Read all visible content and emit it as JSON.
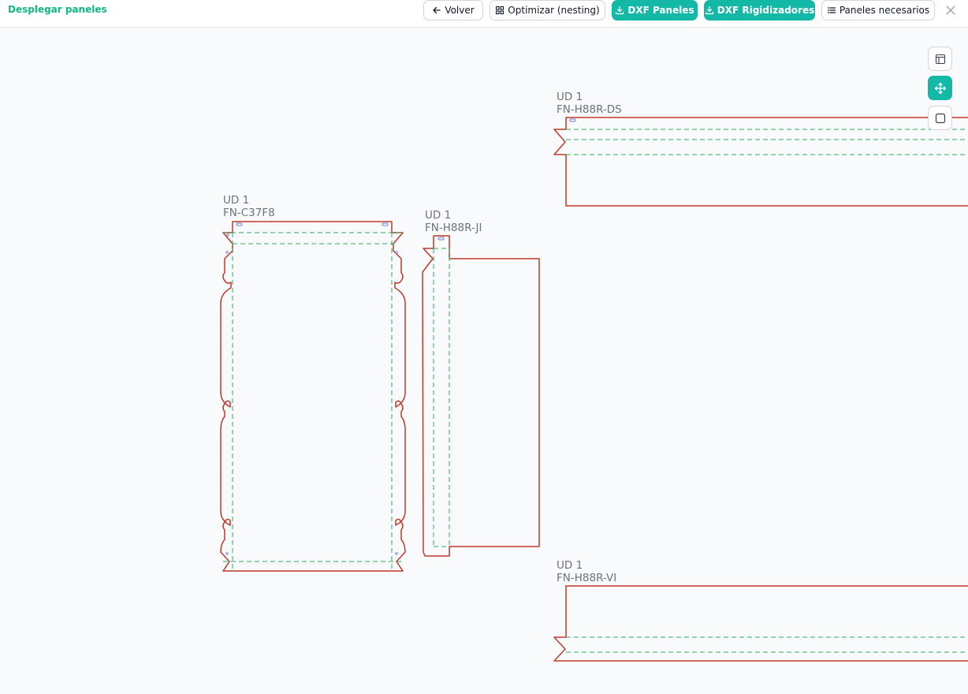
{
  "header": {
    "title": "Desplegar paneles",
    "buttons": {
      "volver": "Volver",
      "optimizar": "Optimizar (nesting)",
      "dxf_paneles": "DXF Paneles",
      "dxf_rigidizadores": "DXF Rigidizadores",
      "paneles_necesarios": "Paneles necesarios"
    }
  },
  "colors": {
    "accent": "#14b8a6",
    "title_green": "#10b981",
    "cut_line": "#c0392b",
    "fold_line": "#27ae60",
    "hole": "#6b7fd7"
  },
  "toolbar": {
    "tools": [
      "layout-icon",
      "move-icon",
      "square-icon"
    ],
    "active_tool": "move-icon"
  },
  "panels": [
    {
      "units": "UD 1",
      "code": "FN-C37F8"
    },
    {
      "units": "UD 1",
      "code": "FN-H88R-JI"
    },
    {
      "units": "UD 1",
      "code": "FN-H88R-DS"
    },
    {
      "units": "UD 1",
      "code": "FN-H88R-VI"
    }
  ]
}
